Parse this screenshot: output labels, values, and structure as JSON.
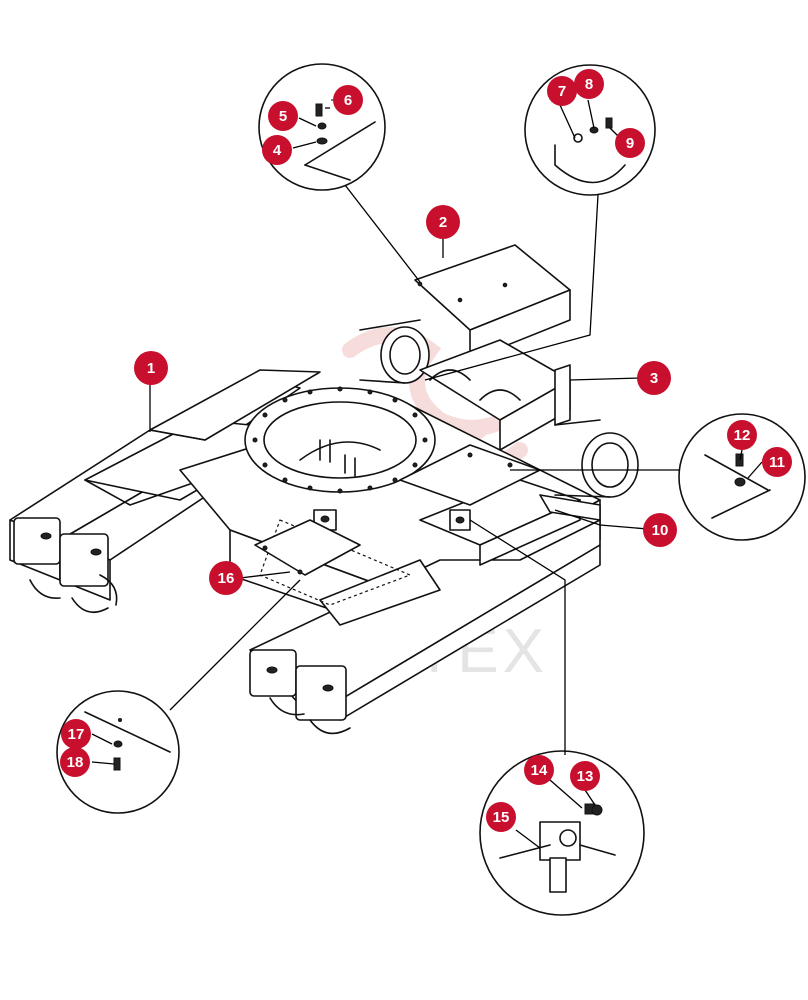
{
  "diagram": {
    "accent_color": "#c8102e",
    "watermark_text": "VIHTEX",
    "callouts": [
      "1",
      "2",
      "3",
      "4",
      "5",
      "6",
      "7",
      "8",
      "9",
      "10",
      "11",
      "12",
      "13",
      "14",
      "15",
      "16",
      "17",
      "18"
    ]
  }
}
